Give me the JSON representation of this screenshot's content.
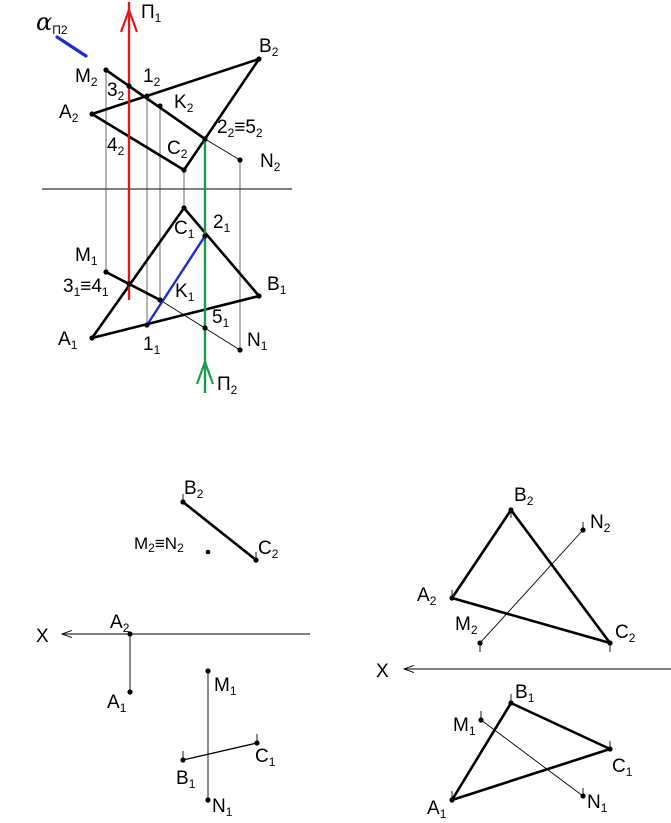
{
  "colors": {
    "red_plane": "#e0191b",
    "green_plane": "#1d9a4f",
    "blue_trace": "#1c2bd0"
  },
  "fig_top": {
    "alpha": {
      "main": "α",
      "sub": "П2"
    },
    "pi1": {
      "main": "П",
      "sub": "1"
    },
    "pi2": {
      "main": "П",
      "sub": "2"
    },
    "B2": {
      "main": "B",
      "sub": "2"
    },
    "M2": {
      "main": "M",
      "sub": "2"
    },
    "p32": {
      "main": "3",
      "sub": "2"
    },
    "p12": {
      "main": "1",
      "sub": "2"
    },
    "K2": {
      "main": "K",
      "sub": "2"
    },
    "A2": {
      "main": "A",
      "sub": "2"
    },
    "p22": {
      "main": "2",
      "sub": "2"
    },
    "equiv1": {
      "main": "≡5",
      "sub": "2"
    },
    "p42": {
      "main": "4",
      "sub": "2"
    },
    "C2": {
      "main": "C",
      "sub": "2"
    },
    "N2": {
      "main": "N",
      "sub": "2"
    },
    "C1": {
      "main": "C",
      "sub": "1"
    },
    "p21": {
      "main": "2",
      "sub": "1"
    },
    "M1": {
      "main": "M",
      "sub": "1"
    },
    "p31": {
      "main": "3",
      "sub": "1"
    },
    "equiv2": {
      "main": "≡4",
      "sub": "1"
    },
    "K1": {
      "main": "K",
      "sub": "1"
    },
    "B1": {
      "main": "B",
      "sub": "1"
    },
    "p51": {
      "main": "5",
      "sub": "1"
    },
    "A1": {
      "main": "A",
      "sub": "1"
    },
    "p11": {
      "main": "1",
      "sub": "1"
    },
    "N1": {
      "main": "N",
      "sub": "1"
    }
  },
  "fig_left": {
    "B2": {
      "main": "B",
      "sub": "2"
    },
    "MN2": {
      "main": "M",
      "sub": "2"
    },
    "MN2b": {
      "main": "≡N",
      "sub": "2"
    },
    "C2": {
      "main": "C",
      "sub": "2"
    },
    "X": "X",
    "A2": {
      "main": "A",
      "sub": "2"
    },
    "A1": {
      "main": "A",
      "sub": "1"
    },
    "M1": {
      "main": "M",
      "sub": "1"
    },
    "C1": {
      "main": "C",
      "sub": "1"
    },
    "B1": {
      "main": "B",
      "sub": "1"
    },
    "N1": {
      "main": "N",
      "sub": "1"
    }
  },
  "fig_right": {
    "B2": {
      "main": "B",
      "sub": "2"
    },
    "N2": {
      "main": "N",
      "sub": "2"
    },
    "A2": {
      "main": "A",
      "sub": "2"
    },
    "M2": {
      "main": "M",
      "sub": "2"
    },
    "C2": {
      "main": "C",
      "sub": "2"
    },
    "X": "X",
    "B1": {
      "main": "B",
      "sub": "1"
    },
    "M1": {
      "main": "M",
      "sub": "1"
    },
    "C1": {
      "main": "C",
      "sub": "1"
    },
    "A1": {
      "main": "A",
      "sub": "1"
    },
    "N1": {
      "main": "N",
      "sub": "1"
    }
  }
}
